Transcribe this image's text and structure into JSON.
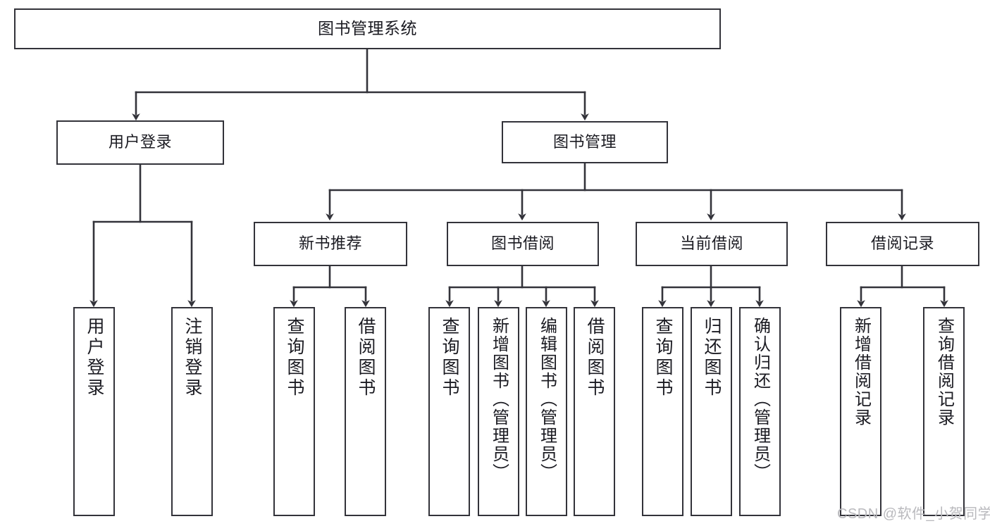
{
  "diagram": {
    "title": "图书管理系统",
    "type": "tree",
    "watermark": "CSDN @软件_小贺同学",
    "colors": {
      "box_border": "#33333a",
      "box_fill": "#ffffff",
      "edge": "#33333a",
      "text": "#1b1b22",
      "watermark": "#b9b9bd",
      "background": "#ffffff"
    },
    "nodes": {
      "root": {
        "label": "图书管理系统",
        "orientation": "horizontal",
        "level": 0
      },
      "l1": [
        {
          "id": "user-login",
          "label": "用户登录",
          "orientation": "horizontal",
          "level": 1
        },
        {
          "id": "book-manage",
          "label": "图书管理",
          "orientation": "horizontal",
          "level": 1
        }
      ],
      "l2": [
        {
          "id": "new-book-recommend",
          "label": "新书推荐",
          "orientation": "horizontal",
          "level": 2,
          "parent": "book-manage"
        },
        {
          "id": "book-borrow",
          "label": "图书借阅",
          "orientation": "horizontal",
          "level": 2,
          "parent": "book-manage"
        },
        {
          "id": "current-borrow",
          "label": "当前借阅",
          "orientation": "horizontal",
          "level": 2,
          "parent": "book-manage"
        },
        {
          "id": "borrow-record",
          "label": "借阅记录",
          "orientation": "horizontal",
          "level": 2,
          "parent": "book-manage"
        }
      ],
      "leaves": [
        {
          "id": "leaf-user-login",
          "label": "用户登录",
          "orientation": "vertical",
          "parent": "user-login"
        },
        {
          "id": "leaf-logout-login",
          "label": "注销登录",
          "orientation": "vertical",
          "parent": "user-login"
        },
        {
          "id": "leaf-query-book-rec",
          "label": "查询图书",
          "orientation": "vertical",
          "parent": "new-book-recommend"
        },
        {
          "id": "leaf-borrow-book-rec",
          "label": "借阅图书",
          "orientation": "vertical",
          "parent": "new-book-recommend"
        },
        {
          "id": "leaf-query-book-borrow",
          "label": "查询图书",
          "orientation": "vertical",
          "parent": "book-borrow"
        },
        {
          "id": "leaf-add-book-admin",
          "label": "新增图书（管理员）",
          "orientation": "vertical",
          "parent": "book-borrow"
        },
        {
          "id": "leaf-edit-book-admin",
          "label": "编辑图书（管理员）",
          "orientation": "vertical",
          "parent": "book-borrow"
        },
        {
          "id": "leaf-borrow-book",
          "label": "借阅图书",
          "orientation": "vertical",
          "parent": "book-borrow"
        },
        {
          "id": "leaf-query-book-current",
          "label": "查询图书",
          "orientation": "vertical",
          "parent": "current-borrow"
        },
        {
          "id": "leaf-return-book",
          "label": "归还图书",
          "orientation": "vertical",
          "parent": "current-borrow"
        },
        {
          "id": "leaf-confirm-return-admin",
          "label": "确认归还（管理员）",
          "orientation": "vertical",
          "parent": "current-borrow"
        },
        {
          "id": "leaf-add-borrow-record",
          "label": "新增借阅记录",
          "orientation": "vertical",
          "parent": "borrow-record"
        },
        {
          "id": "leaf-query-borrow-record",
          "label": "查询借阅记录",
          "orientation": "vertical",
          "parent": "borrow-record"
        }
      ]
    }
  }
}
